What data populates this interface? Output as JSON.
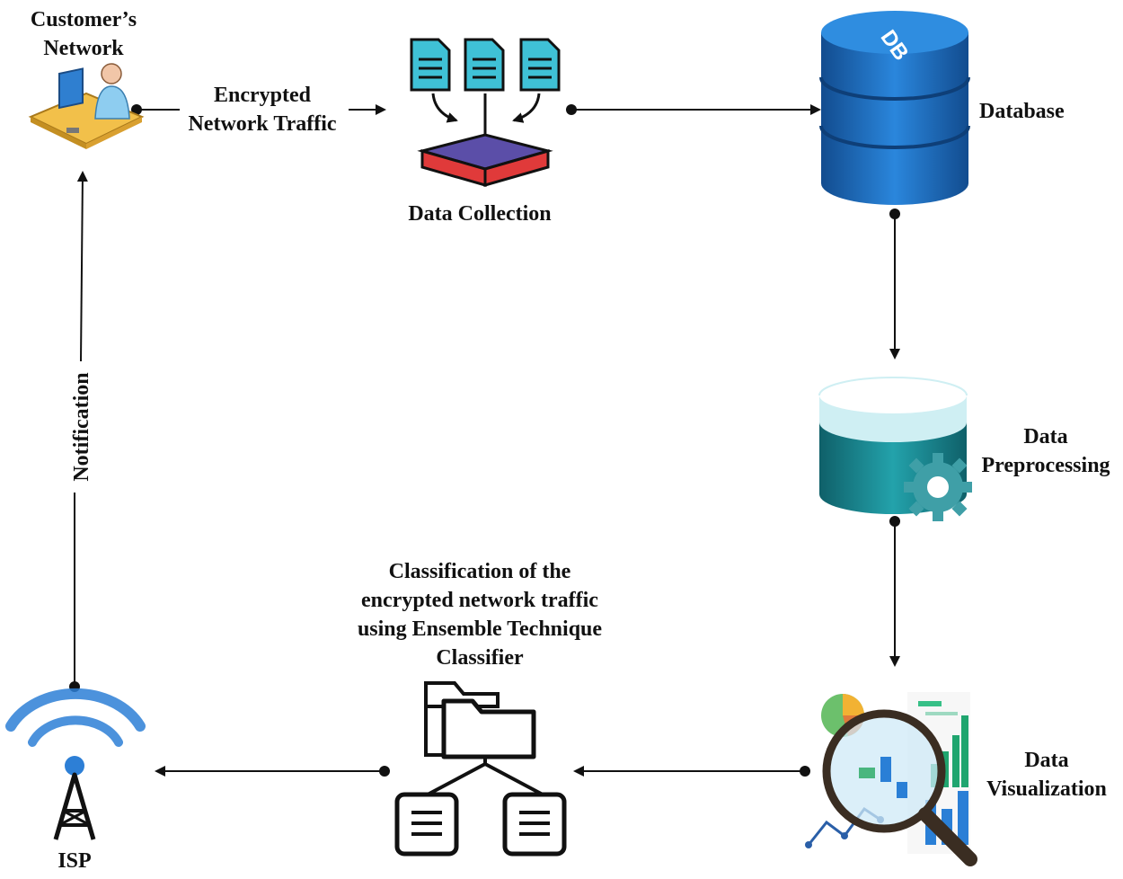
{
  "nodes": {
    "customer": {
      "line1": "Customer’s",
      "line2": "Network"
    },
    "traffic": {
      "line1": "Encrypted",
      "line2": "Network Traffic"
    },
    "collection": {
      "label": "Data Collection"
    },
    "database": {
      "label": "Database",
      "badge": "DB"
    },
    "preprocessing": {
      "line1": "Data",
      "line2": "Preprocessing"
    },
    "visualization": {
      "line1": "Data",
      "line2": "Visualization"
    },
    "classification": {
      "line1": "Classification of the",
      "line2": "encrypted network traffic",
      "line3": "using Ensemble Technique",
      "line4": "Classifier"
    },
    "isp": {
      "label": "ISP"
    },
    "notification": {
      "label": "Notification"
    }
  },
  "colors": {
    "db_blue": "#1d6fc4",
    "db_dark": "#124c8f",
    "teal": "#1a7f87",
    "teal_light": "#cfeff3",
    "doc_cyan": "#3fc1d6",
    "tray_red": "#e03a3a",
    "tray_purple": "#5b4ea8",
    "wifi_blue": "#2d7fd6",
    "line": "#111111"
  },
  "edges": [
    {
      "from": "customer",
      "to": "collection",
      "label": "Encrypted Network Traffic"
    },
    {
      "from": "collection",
      "to": "database"
    },
    {
      "from": "database",
      "to": "preprocessing"
    },
    {
      "from": "preprocessing",
      "to": "visualization"
    },
    {
      "from": "visualization",
      "to": "classification"
    },
    {
      "from": "classification",
      "to": "isp"
    },
    {
      "from": "isp",
      "to": "customer",
      "label": "Notification"
    }
  ]
}
